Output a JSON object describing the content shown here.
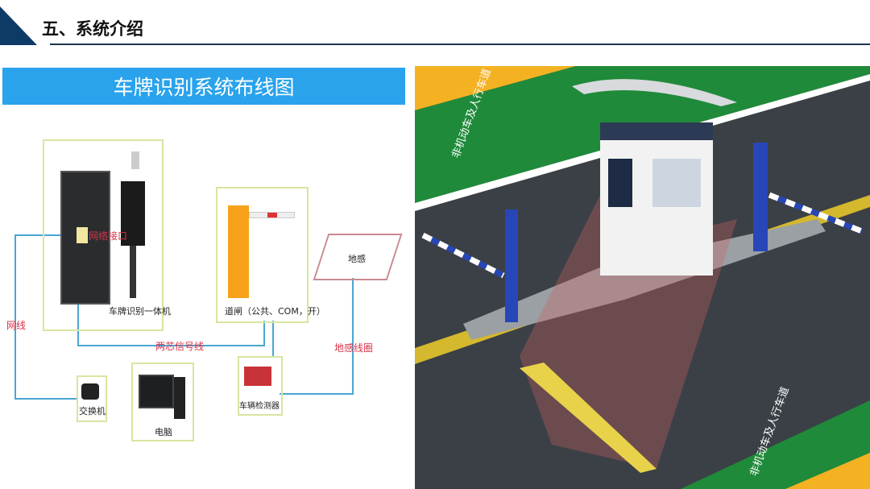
{
  "header": {
    "title": "五、系统介绍"
  },
  "banner": {
    "title": "车牌识别系统布线图"
  },
  "diagram": {
    "lpr_unit_label": "车牌识别一体机",
    "network_port_label": "网络接口",
    "barrier_label": "道闸（公共、COM，开）",
    "loop_label": "地感",
    "network_cable_label": "网线",
    "signal_wire_label": "两芯信号线",
    "loop_coil_label": "地感线圈",
    "switch_label": "交换机",
    "computer_label": "电脑",
    "detector_label": "车辆检测器"
  },
  "illustration": {
    "lane_label": "非机动车及人行车道",
    "colors": {
      "road": "#3b4046",
      "lane_green": "#1f8a3a",
      "corner_yellow": "#f4b223",
      "booth": "#f2f2f2"
    }
  }
}
